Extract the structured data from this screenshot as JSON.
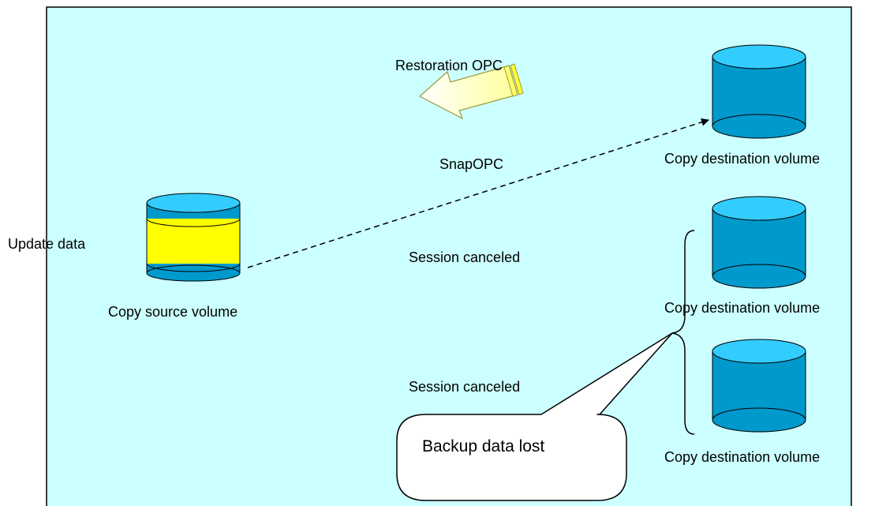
{
  "colors": {
    "background_panel": "#ccffff",
    "panel_border": "#000000",
    "cylinder_fill": "#0099cc",
    "cylinder_top": "#33ccff",
    "update_band": "#ffff00",
    "arrow_fill": "#ffffaa",
    "arrow_stripe": "#ffff66",
    "callout_fill": "#ffffff"
  },
  "labels": {
    "restoration_opc": "Restoration OPC",
    "snap_opc": "SnapOPC",
    "update_data": "Update data",
    "copy_source_volume": "Copy source volume",
    "session_canceled_1": "Session canceled",
    "session_canceled_2": "Session canceled",
    "backup_data_lost": "Backup data lost",
    "copy_destination_volume_1": "Copy destination volume",
    "copy_destination_volume_2": "Copy destination volume",
    "copy_destination_volume_3": "Copy destination volume"
  },
  "icons": {
    "source": "database-cylinder-icon",
    "destination": "database-cylinder-icon",
    "restore_arrow": "left-arrow-icon",
    "callout": "speech-bubble-icon",
    "brace": "curly-brace-icon"
  }
}
